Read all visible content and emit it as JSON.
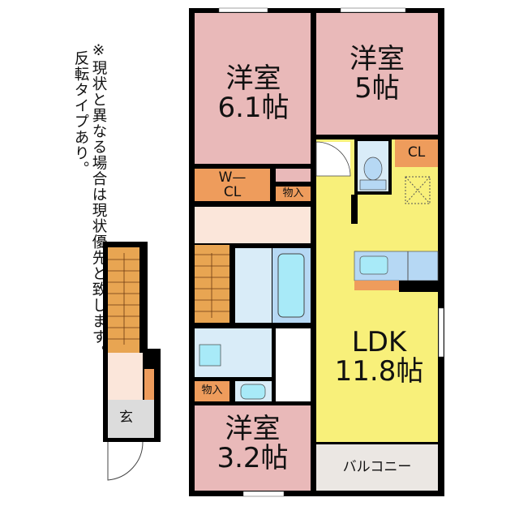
{
  "note": {
    "line1": "※現状と異なる場合は現状優先と致します。",
    "line2": "反転タイプあり。"
  },
  "rooms": {
    "western_a": {
      "name": "洋室",
      "size": "6.1帖"
    },
    "western_b": {
      "name": "洋室",
      "size": "5帖"
    },
    "western_c": {
      "name": "洋室",
      "size": "3.2帖"
    },
    "ldk": {
      "name": "LDK",
      "size": "11.8帖"
    },
    "wcl": {
      "line1": "W—",
      "line2": "CL"
    },
    "cl": "CL",
    "storage_top": "物入",
    "storage_bottom": "物入",
    "balcony": "バルコニー",
    "entrance": "玄"
  },
  "colors": {
    "western": "#e9b9b9",
    "ldk": "#f8f07a",
    "closet": "#ee9c5c",
    "wet": "#d9ecf8",
    "hall": "#fbe6da",
    "stairs": "#e8a552",
    "balcony": "#ebe7e3",
    "entrance": "#dcdcdc"
  }
}
